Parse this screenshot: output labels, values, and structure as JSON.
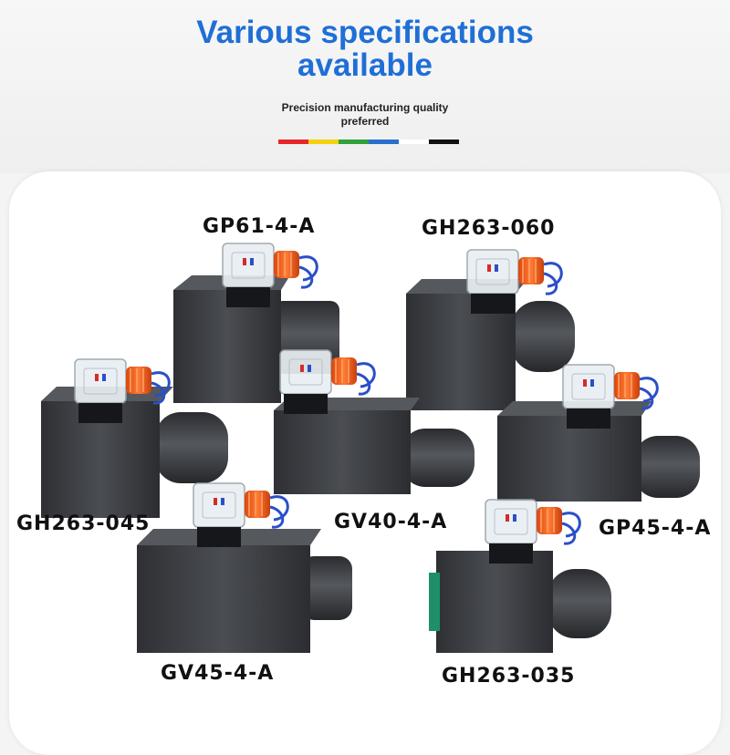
{
  "headline": {
    "line1": "Various specifications",
    "line2": "available"
  },
  "tagline": {
    "line1": "Precision manufacturing quality",
    "line2": "preferred"
  },
  "color_strip": [
    "#e8262a",
    "#f5d20a",
    "#2fa23a",
    "#2a6fcb",
    "#ffffff",
    "#111111"
  ],
  "colors": {
    "headline": "#1f6fd6",
    "valve_body": "#3d4044",
    "connector_cap": "#e85a1e",
    "wire": "#2a4fc8"
  },
  "models": [
    {
      "id": "gp61",
      "label": "GP61-4-A"
    },
    {
      "id": "gh263-060",
      "label": "GH263-060"
    },
    {
      "id": "gh263-045",
      "label": "GH263-045"
    },
    {
      "id": "gv40",
      "label": "GV40-4-A"
    },
    {
      "id": "gp45",
      "label": "GP45-4-A"
    },
    {
      "id": "gv45",
      "label": "GV45-4-A"
    },
    {
      "id": "gh263-035",
      "label": "GH263-035"
    }
  ]
}
